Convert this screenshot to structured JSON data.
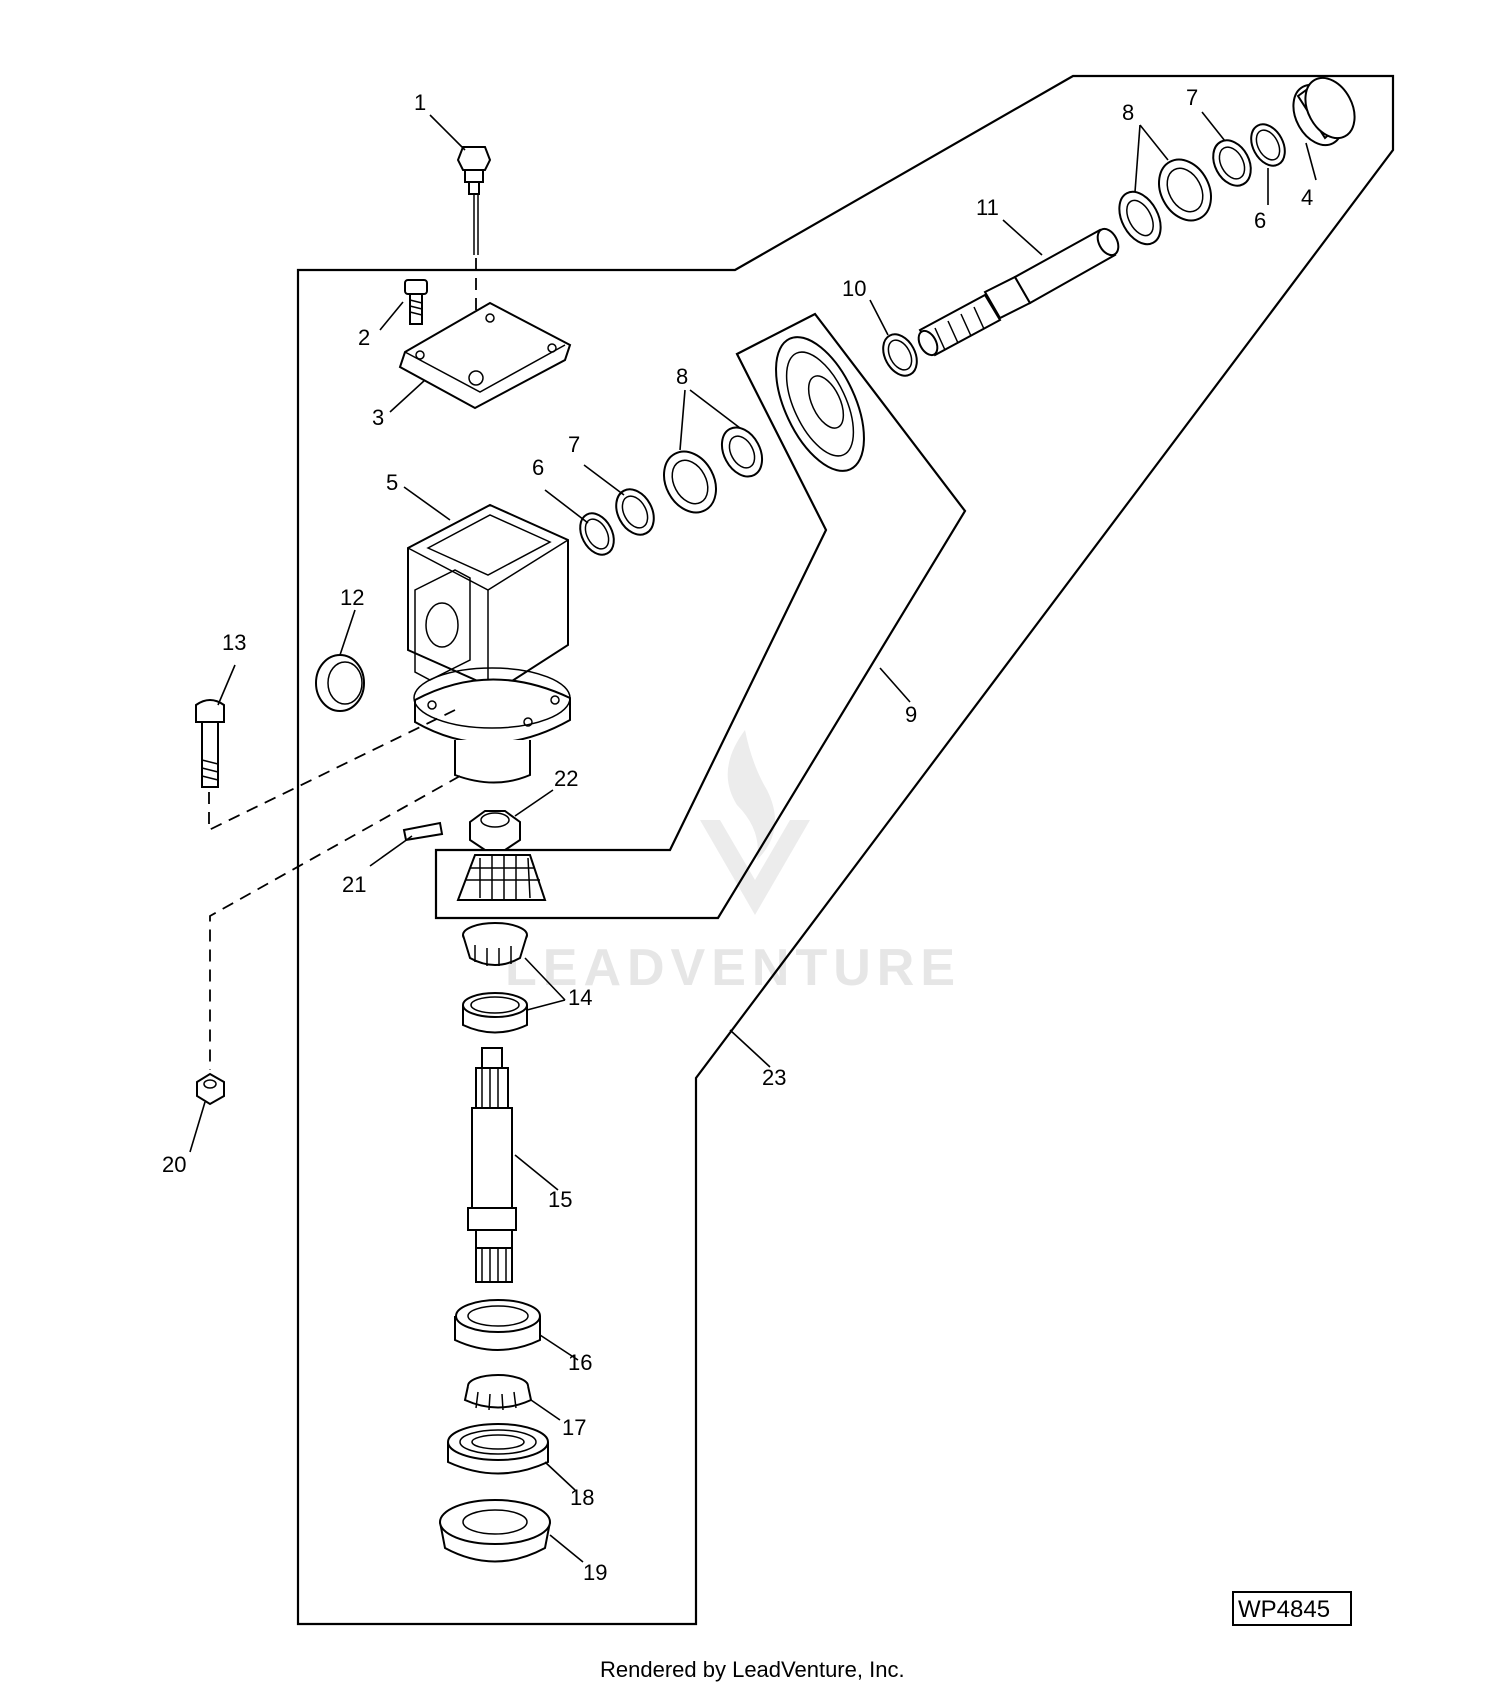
{
  "diagram": {
    "callouts": {
      "c1": "1",
      "c2": "2",
      "c3": "3",
      "c4": "4",
      "c5": "5",
      "c6a": "6",
      "c6b": "6",
      "c7a": "7",
      "c7b": "7",
      "c8a": "8",
      "c8b": "8",
      "c9": "9",
      "c10": "10",
      "c11": "11",
      "c12": "12",
      "c13": "13",
      "c14": "14",
      "c15": "15",
      "c16": "16",
      "c17": "17",
      "c18": "18",
      "c19": "19",
      "c20": "20",
      "c21": "21",
      "c22": "22",
      "c23": "23"
    },
    "figure_code": "WP4845",
    "watermark": "LEADVENTURE",
    "footer": "Rendered by LeadVenture, Inc."
  }
}
